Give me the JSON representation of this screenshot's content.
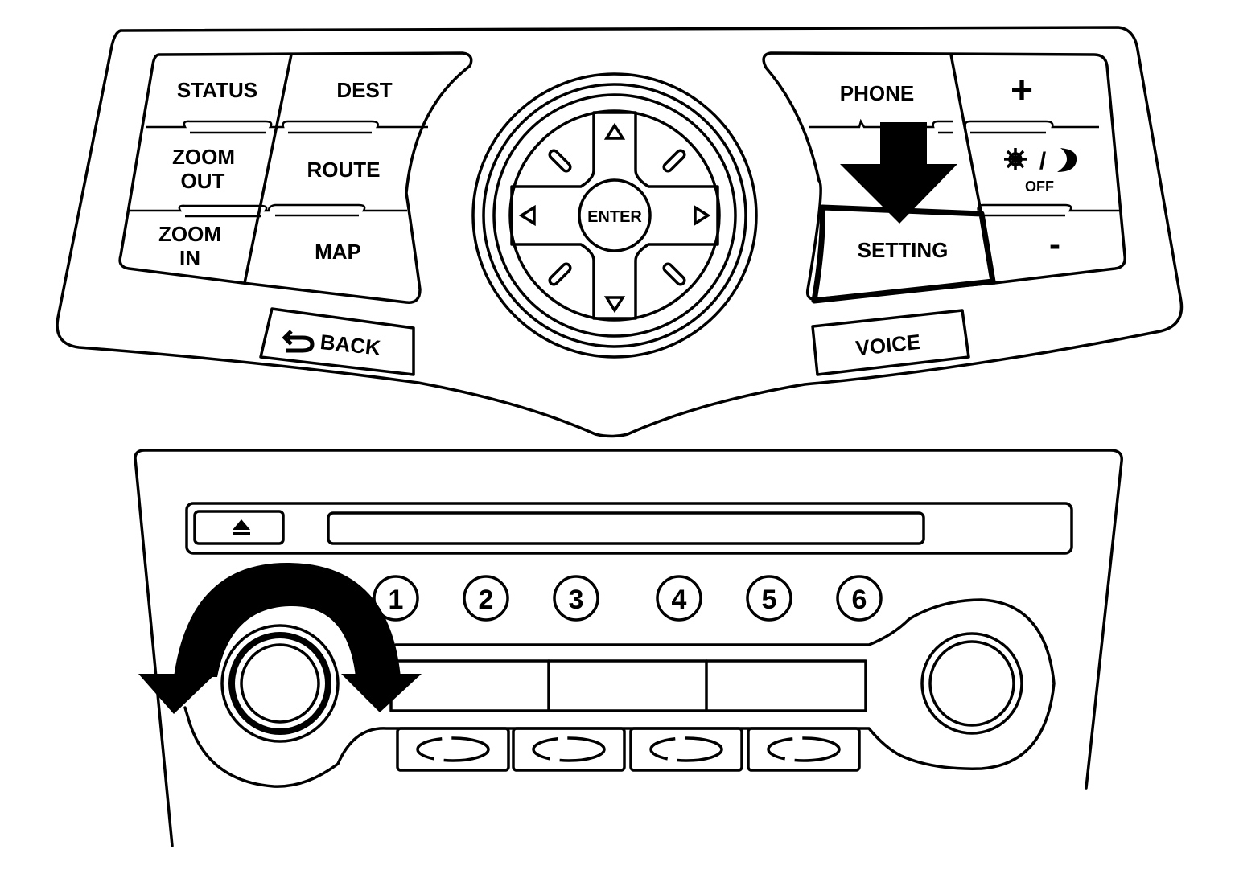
{
  "nav_panel": {
    "left_buttons": {
      "status": "STATUS",
      "dest": "DEST",
      "zoom_out_line1": "ZOOM",
      "zoom_out_line2": "OUT",
      "route": "ROUTE",
      "zoom_in_line1": "ZOOM",
      "zoom_in_line2": "IN",
      "map": "MAP"
    },
    "back_button": "BACK",
    "joystick": {
      "enter": "ENTER"
    },
    "right_buttons": {
      "phone": "PHONE",
      "plus": "+",
      "day_night_sep": "/",
      "off": "OFF",
      "setting": "SETTING",
      "minus": "-"
    },
    "voice_button": "VOICE",
    "highlighted_button": "SETTING"
  },
  "audio_panel": {
    "eject_icon": "eject-icon",
    "presets": [
      "1",
      "2",
      "3",
      "4",
      "5",
      "6"
    ],
    "knob_rotation": "both-directions"
  },
  "icons": {
    "back": "return-arrow-icon",
    "up": "triangle-up-icon",
    "down": "triangle-down-icon",
    "left": "triangle-left-icon",
    "right": "triangle-right-icon",
    "brightness": "sun-icon",
    "night": "crescent-moon-icon",
    "press_indicator": "down-arrow-icon",
    "rotate_indicator": "rotate-arrow-icon"
  }
}
